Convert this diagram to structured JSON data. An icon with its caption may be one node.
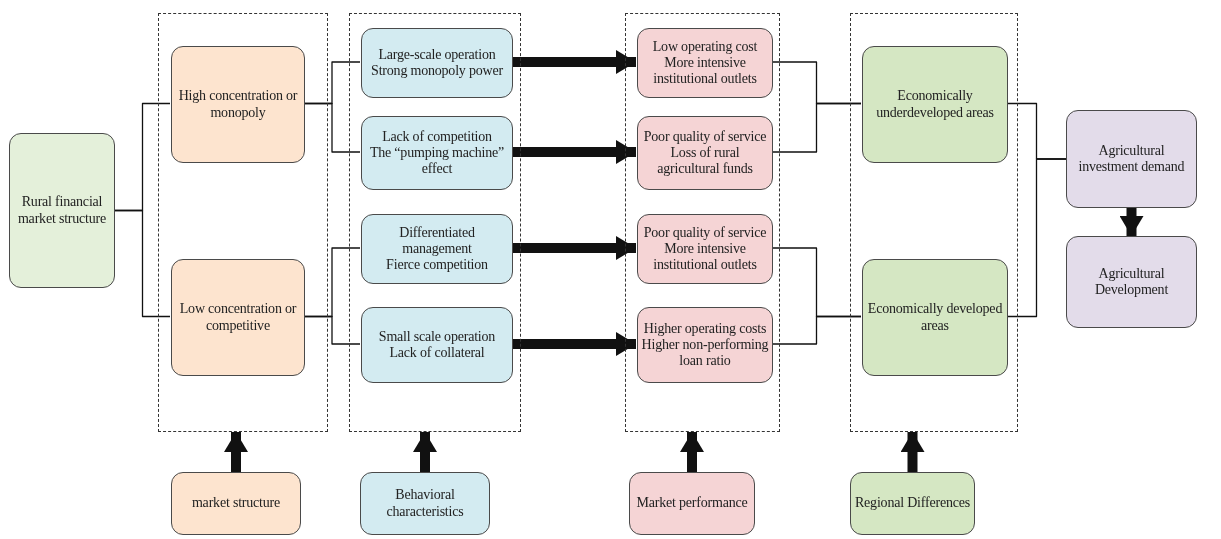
{
  "diagram": {
    "nodes": [
      {
        "text": [
          "Rural financial market structure"
        ]
      },
      {
        "text": [],
        "shape": "box"
      },
      {
        "text": [
          "High concentration or monopoly"
        ],
        "in": 1
      },
      {
        "text": [
          "Low concentration or competitive"
        ],
        "in": 1
      },
      {
        "text": [],
        "shape": "box"
      },
      {
        "text": [
          "Large-scale operation",
          "Strong monopoly power"
        ],
        "in": 4
      },
      {
        "text": [
          "Lack of competition",
          "The “pumping machine” effect"
        ],
        "in": 4
      },
      {
        "text": [
          "Differentiated management",
          "Fierce competition"
        ],
        "in": 4
      },
      {
        "text": [
          "Small scale operation",
          "Lack of collateral"
        ],
        "in": 4
      },
      {
        "text": [],
        "shape": "box"
      },
      {
        "text": [
          "Low operating cost",
          "More intensive institutional outlets"
        ],
        "in": 9
      },
      {
        "text": [
          "Poor quality of service",
          "Loss of rural agricultural funds"
        ],
        "in": 9
      },
      {
        "text": [
          "Poor quality of service",
          "More intensive institutional outlets"
        ],
        "in": 9
      },
      {
        "text": [
          "Higher operating costs",
          "Higher non-performing loan ratio"
        ],
        "in": 9
      },
      {
        "text": [],
        "shape": "box"
      },
      {
        "text": [
          "Economically underdeveloped areas"
        ],
        "in": 14
      },
      {
        "text": [
          "Economically developed areas"
        ],
        "in": 14
      },
      {
        "text": [
          "Agricultural investment demand"
        ]
      },
      {
        "text": [
          "Agricultural Development"
        ]
      },
      {
        "text": [
          "market structure"
        ]
      },
      {
        "text": [
          "Behavioral characteristics"
        ]
      },
      {
        "text": [
          "Market performance"
        ]
      },
      {
        "text": [
          "Regional Differences"
        ]
      }
    ],
    "edges": [
      {
        "from": 0,
        "to": 2,
        "arrow": "none"
      },
      {
        "from": 0,
        "to": 3,
        "arrow": "none"
      },
      {
        "from": 2,
        "to": 5,
        "arrow": "none"
      },
      {
        "from": 2,
        "to": 6,
        "arrow": "none"
      },
      {
        "from": 3,
        "to": 7,
        "arrow": "none"
      },
      {
        "from": 3,
        "to": 8,
        "arrow": "none"
      },
      {
        "from": 5,
        "to": 10,
        "arrow": "to",
        "style": "thick"
      },
      {
        "from": 6,
        "to": 11,
        "arrow": "to",
        "style": "thick"
      },
      {
        "from": 7,
        "to": 12,
        "arrow": "to",
        "style": "thick"
      },
      {
        "from": 8,
        "to": 13,
        "arrow": "to",
        "style": "thick"
      },
      {
        "from": 10,
        "to": 15,
        "arrow": "none"
      },
      {
        "from": 11,
        "to": 15,
        "arrow": "none"
      },
      {
        "from": 12,
        "to": 16,
        "arrow": "none"
      },
      {
        "from": 13,
        "to": 16,
        "arrow": "none"
      },
      {
        "from": 15,
        "to": 17,
        "arrow": "none"
      },
      {
        "from": 16,
        "to": 17,
        "arrow": "none"
      },
      {
        "from": 17,
        "to": 18,
        "arrow": "to",
        "style": "thick"
      },
      {
        "from": 19,
        "to": 1,
        "arrow": "to",
        "style": "thick"
      },
      {
        "from": 20,
        "to": 4,
        "arrow": "to",
        "style": "thick"
      },
      {
        "from": 21,
        "to": 9,
        "arrow": "to",
        "style": "thick"
      },
      {
        "from": 22,
        "to": 14,
        "arrow": "to",
        "style": "thick"
      }
    ]
  }
}
